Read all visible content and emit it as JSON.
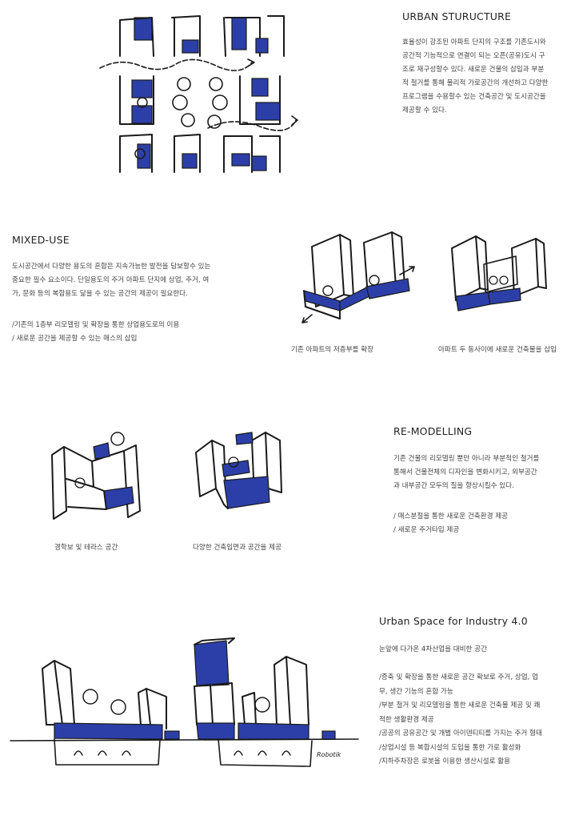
{
  "sections": {
    "urban": {
      "title": "URBAN STURUCTURE",
      "body": [
        "효율성이 강조된 아파트 단지의 구조를 기존도시와",
        "공간적 기능적으로 연결이 되는 오픈(공유)도시 구",
        "조로 재구성할수 있다. 새로운 건물의 삽입과 부분",
        "적 철거를 통해 물리적 가로공간의 개선하고 다양한",
        "프로그램을 수용할수 있는 건축공간 및 도시공간을",
        "제공할 수 있다."
      ]
    },
    "mixed": {
      "title": "MIXED-USE",
      "body": [
        "도시공간에서 다양한 용도의 혼합은 지속가능한 발전을 담보할수 있는",
        "중요한 필수 요소이다. 단일용도의 주거 아파트 단지에 상업, 주거, 여",
        "가, 문화 등의 복합용도 닮을 수 있는 공간의 제공이 필요한다."
      ],
      "list": [
        "/기존의 1층부 리모델링 및 확장을 통한 상업용도로의 이용",
        "/ 새로운 공간을 제공할 수 있는 매스의 삽입"
      ],
      "caption_left": "기존 아파트의 저층부를 확장",
      "caption_right": "아파트 두 동사이에 새로운 건축물을 삽입"
    },
    "remodel": {
      "title": "RE-MODELLING",
      "body": [
        "기존 건물의 리모델링 뿐만 아니라 부분적인 철거를",
        "통해서 건물전체의 디자인을 변화시키고, 외부공간",
        "과 내부공간 모두의 질을 향상시킬수 있다."
      ],
      "list": [
        "/ 매스분절을 통한 새로운 건축환경 제공",
        "/ 새로운 주거타입 제공"
      ],
      "caption_left": "경학보 및 테라스 공간",
      "caption_right": "다양한 건축입면과 공간을 제공"
    },
    "industry": {
      "title": "Urban Space for Industry 4.0",
      "subtitle": "눈앞에 다가온 4차산업을 대비한 공간",
      "list": [
        "/증축 및 확장을 통한 새로운 공간 확보로 주거, 상업, 업",
        "무, 생간 기능의 혼합 가능",
        "/부분 철거 및 리모델링을 통한 새로운 건축물 제공 및 쾌",
        "적한 생활환경 제공",
        "/공공의 공유공간 및 개별 아이덴티티를 가지는 주거 형태",
        "/상업시설 등 복합시설의 도입을 통한 가로 활성화",
        "/지하주차장은 로봇을 이용한 생산시설로 활용"
      ],
      "sketch_label": "Robotik"
    }
  },
  "colors": {
    "ink": "#1a1a1a",
    "accent_blue": "#2c3fa8",
    "text": "#444444"
  }
}
